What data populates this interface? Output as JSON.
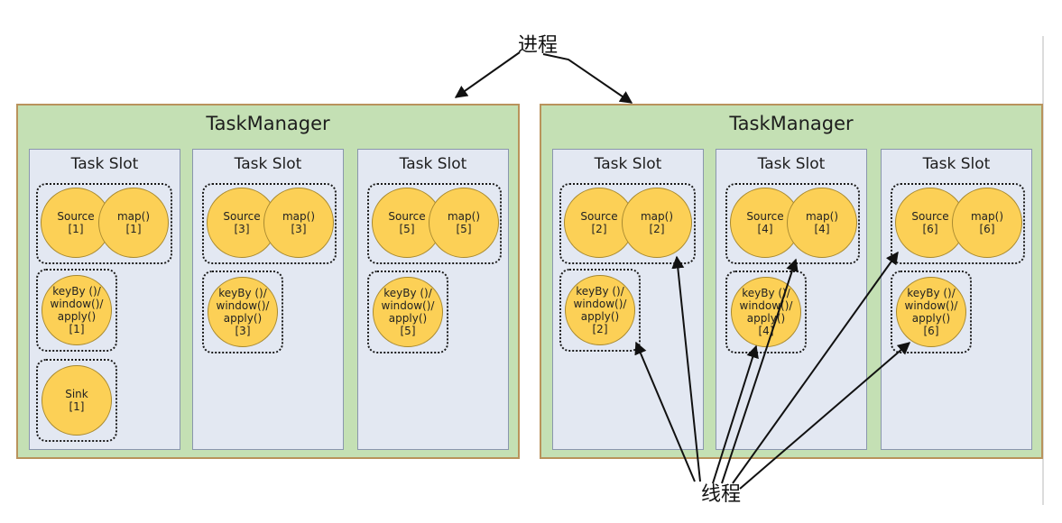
{
  "process_label": "进程",
  "thread_label": "线程",
  "task_managers": [
    {
      "title": "TaskManager",
      "slots": [
        {
          "title": "Task Slot",
          "source": "Source\n[1]",
          "map": "map()\n[1]",
          "keyby": "keyBy ()/\nwindow()/\napply()\n[1]",
          "sink": "Sink\n[1]"
        },
        {
          "title": "Task Slot",
          "source": "Source\n[3]",
          "map": "map()\n[3]",
          "keyby": "keyBy ()/\nwindow()/\napply()\n[3]"
        },
        {
          "title": "Task Slot",
          "source": "Source\n[5]",
          "map": "map()\n[5]",
          "keyby": "keyBy ()/\nwindow()/\napply()\n[5]"
        }
      ]
    },
    {
      "title": "TaskManager",
      "slots": [
        {
          "title": "Task Slot",
          "source": "Source\n[2]",
          "map": "map()\n[2]",
          "keyby": "keyBy ()/\nwindow()/\napply()\n[2]"
        },
        {
          "title": "Task Slot",
          "source": "Source\n[4]",
          "map": "map()\n[4]",
          "keyby": "keyBy ()/\nwindow()/\napply()\n[4]"
        },
        {
          "title": "Task Slot",
          "source": "Source\n[6]",
          "map": "map()\n[6]",
          "keyby": "keyBy ()/\nwindow()/\napply()\n[6]"
        }
      ]
    }
  ]
}
